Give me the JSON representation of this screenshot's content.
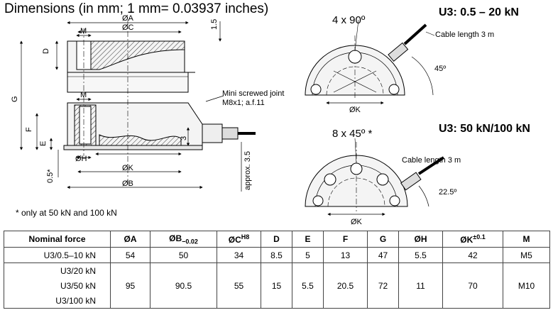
{
  "title": "Dimensions (in mm; 1 mm= 0.03937 inches)",
  "footnote": "*    only at 50 kN and 100 kN",
  "views": {
    "small": {
      "heading": "U3: 0.5 – 20 kN",
      "holes": "4 x 90º",
      "cable": "Cable length 3 m",
      "angle": "45º",
      "dia": "ØK"
    },
    "large": {
      "heading": "U3: 50 kN/100 kN",
      "holes": "8 x 45º *",
      "cable": "Cable length 3 m",
      "angle": "22.5º",
      "dia": "ØK"
    }
  },
  "side_view": {
    "dim_a": "ØA",
    "dim_c": "ØC",
    "dim_m": "M",
    "dim_d": "D",
    "dim_g": "G",
    "dim_f": "F",
    "dim_e": "E",
    "dim_h": "ØH",
    "dim_k": "ØK",
    "dim_b": "ØB",
    "dim_15": "1.5",
    "dim_3": "3",
    "dim_05": "0.5*",
    "approx": "approx. 3.5",
    "joint_line1": "Mini screwed joint",
    "joint_line2": "M8x1; a.f.11"
  },
  "table": {
    "headers": [
      "Nominal force",
      "ØA",
      "ØB",
      "ØC",
      "D",
      "E",
      "F",
      "G",
      "ØH",
      "ØK",
      "M"
    ],
    "b_tol": "−0.02",
    "c_tol": "H8",
    "k_tol": "±0.1",
    "rows": [
      {
        "models": [
          "U3/0.5–10 kN"
        ],
        "values": [
          "54",
          "50",
          "34",
          "8.5",
          "5",
          "13",
          "47",
          "5.5",
          "42",
          "M5"
        ]
      },
      {
        "models": [
          "U3/20 kN",
          "U3/50 kN",
          "U3/100 kN"
        ],
        "values": [
          "95",
          "90.5",
          "55",
          "15",
          "5.5",
          "20.5",
          "72",
          "11",
          "70",
          "M10"
        ]
      }
    ]
  }
}
